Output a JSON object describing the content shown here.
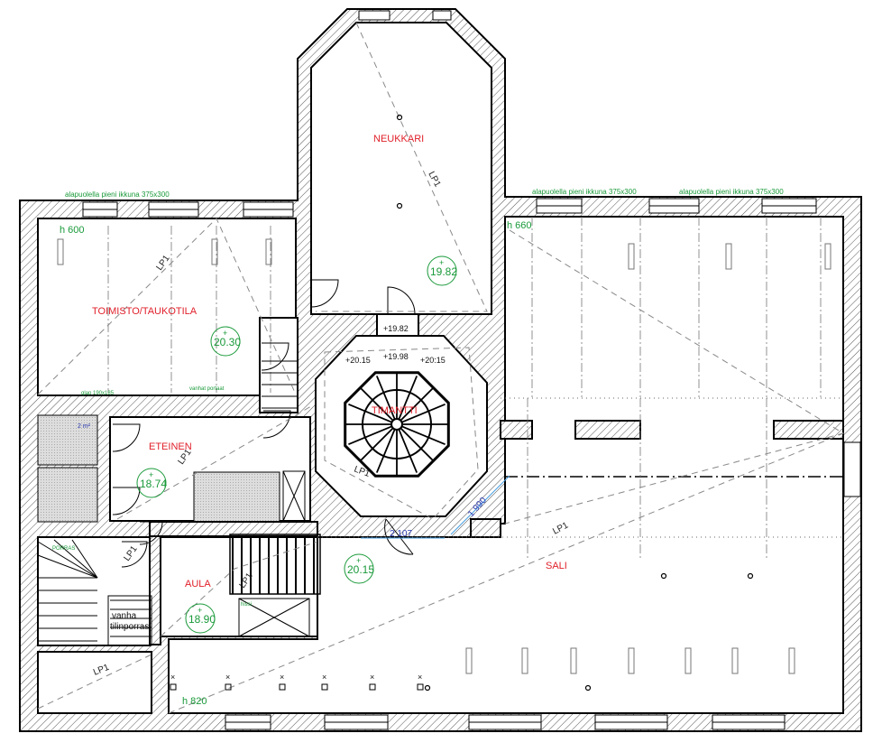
{
  "rooms": [
    {
      "name": "NEUKKARI",
      "level": "19.82"
    },
    {
      "name": "TOIMISTO/TAUKOTILA",
      "level": "20.30"
    },
    {
      "name": "TIMANTTI",
      "level": "20.15"
    },
    {
      "name": "ETEINEN",
      "level": "18.74"
    },
    {
      "name": "AULA",
      "level": "18.90"
    },
    {
      "name": "SALI",
      "level": ""
    }
  ],
  "window_notes": [
    "alapuolella pieni ikkuna 375x300",
    "alapuolella pieni ikkuna 375x300",
    "alapuolella pieni ikkuna 375x300"
  ],
  "heights": [
    "h 600",
    "h 660",
    "h 820"
  ],
  "lp_label": "LP1",
  "level_marks": [
    "+19.82",
    "+20.15",
    "+19.98",
    "+20:15"
  ],
  "dimensions": [
    "2 107",
    "1 990"
  ],
  "small_labels": {
    "area": "2 m²",
    "stair": "PORRAS",
    "old_stair_1": "vanha",
    "old_stair_2": "tilinporras",
    "glap": "glap 190x185",
    "old_steps": "vanhat portaat",
    "shaft": "hissi"
  },
  "colors": {
    "room_label": "#e0202a",
    "level": "#1a9a3a",
    "dimension": "#2a3ab0"
  }
}
